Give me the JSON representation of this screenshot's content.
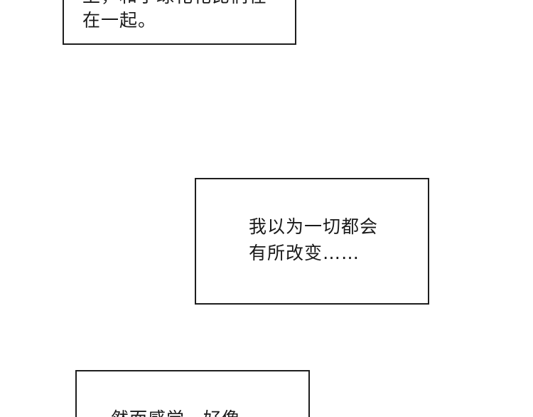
{
  "panels": [
    {
      "lines": [
        "上，和小球花花比们在",
        "在一起。"
      ]
    },
    {
      "lines": [
        "我以为一切都会",
        "有所改变……"
      ]
    },
    {
      "lines": [
        "然而感觉，好像"
      ]
    }
  ]
}
